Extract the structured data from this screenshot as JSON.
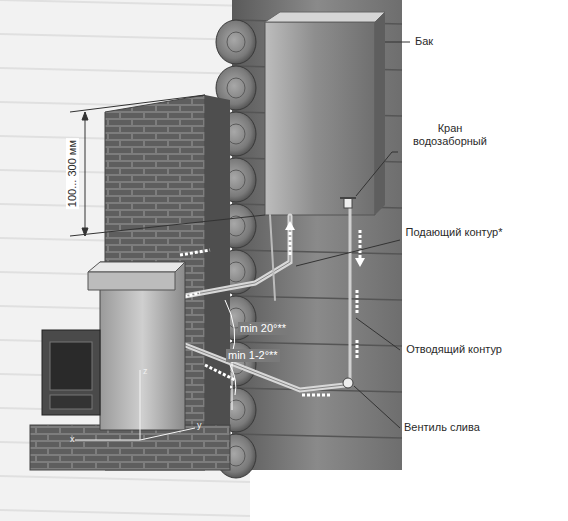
{
  "diagram": {
    "labels": [
      "Бак",
      "Кран водозаборный",
      "Подающий контур*",
      "Отводящий контур",
      "Вентиль слива",
      "100... 300 мм",
      "min 20°**",
      "min 1-2°**",
      "z",
      "x",
      "y"
    ]
  }
}
